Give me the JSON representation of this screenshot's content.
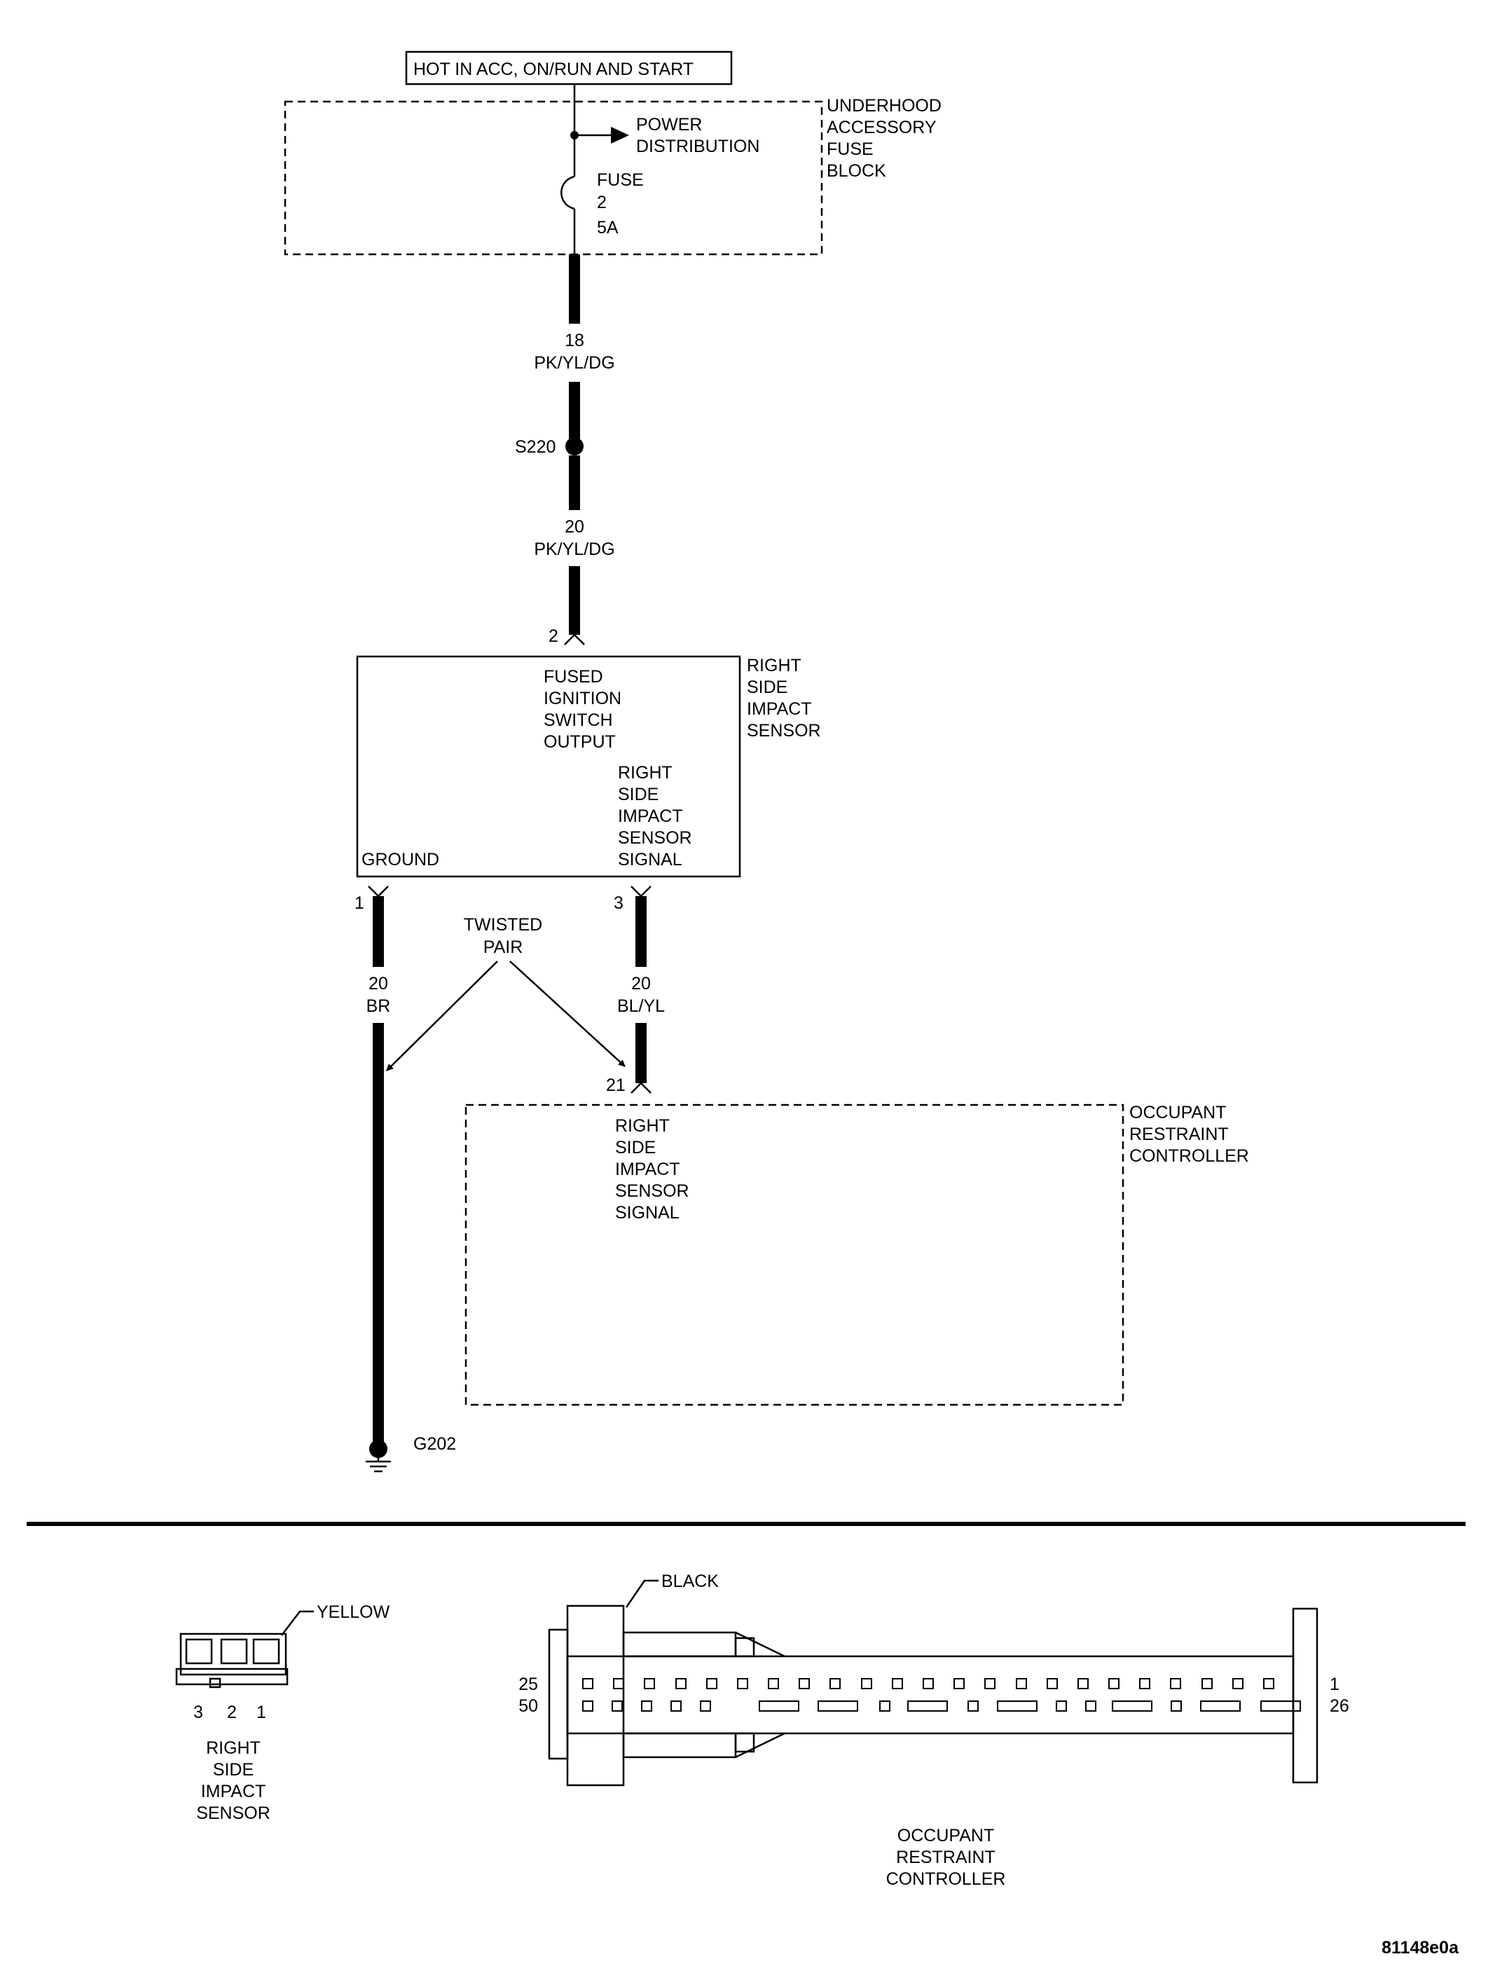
{
  "power_source": "HOT IN ACC, ON/RUN AND START",
  "fuse_block": {
    "name": [
      "UNDERHOOD",
      "ACCESSORY",
      "FUSE",
      "BLOCK"
    ],
    "power_distribution": [
      "POWER",
      "DISTRIBUTION"
    ],
    "fuse": [
      "FUSE",
      "2",
      "5A"
    ]
  },
  "wire_upper": {
    "gauge": "18",
    "color": "PK/YL/DG"
  },
  "splice": "S220",
  "wire_lower": {
    "gauge": "20",
    "color": "PK/YL/DG"
  },
  "sensor": {
    "name": [
      "RIGHT",
      "SIDE",
      "IMPACT",
      "SENSOR"
    ],
    "pin_power": "2",
    "func_power": [
      "FUSED",
      "IGNITION",
      "SWITCH",
      "OUTPUT"
    ],
    "func_signal": [
      "RIGHT",
      "SIDE",
      "IMPACT",
      "SENSOR",
      "SIGNAL"
    ],
    "func_ground": "GROUND",
    "pin_ground": "1",
    "pin_signal": "3"
  },
  "twisted_pair": [
    "TWISTED",
    "PAIR"
  ],
  "wire_ground": {
    "gauge": "20",
    "color": "BR"
  },
  "wire_signal": {
    "gauge": "20",
    "color": "BL/YL"
  },
  "ground_point": "G202",
  "controller": {
    "pin_signal": "21",
    "name": [
      "OCCUPANT",
      "RESTRAINT",
      "CONTROLLER"
    ],
    "func_signal": [
      "RIGHT",
      "SIDE",
      "IMPACT",
      "SENSOR",
      "SIGNAL"
    ]
  },
  "connector_sensor": {
    "color": "YELLOW",
    "pins": [
      "3",
      "2",
      "1"
    ],
    "name": [
      "RIGHT",
      "SIDE",
      "IMPACT",
      "SENSOR"
    ]
  },
  "connector_controller": {
    "color": "BLACK",
    "row1_left": "25",
    "row2_left": "50",
    "row1_right": "1",
    "row2_right": "26",
    "name": [
      "OCCUPANT",
      "RESTRAINT",
      "CONTROLLER"
    ]
  },
  "figure_id": "81148e0a"
}
